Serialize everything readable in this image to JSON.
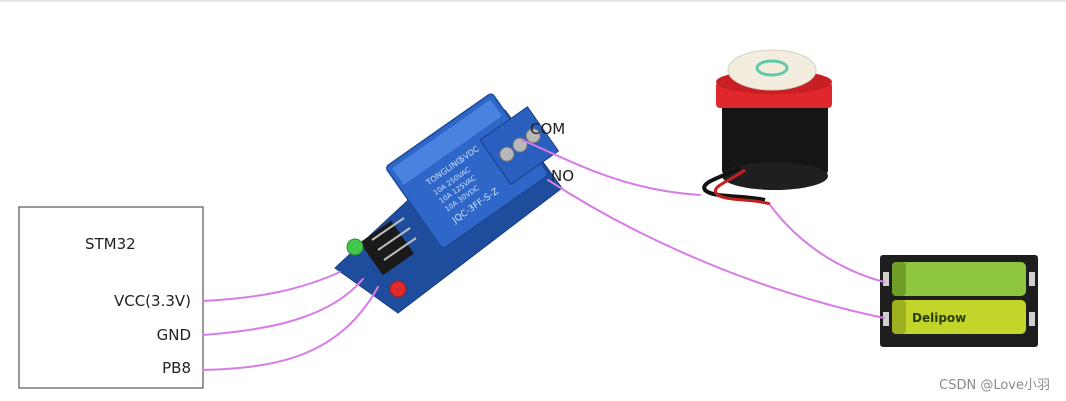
{
  "stm32": {
    "title": "STM32",
    "pins": {
      "vcc": "VCC(3.3V)",
      "gnd": "GND",
      "pb8": "PB8"
    }
  },
  "relay": {
    "terminals": {
      "com": "COM",
      "no": "NO"
    },
    "body_text": [
      "TONGLING",
      "5VDC",
      "10A 250VAC",
      "10A 125VAC",
      "10A 30VDC",
      "JQC-3FF-S-Z"
    ]
  },
  "battery": {
    "brand_text": "Delipow"
  },
  "watermark": "CSDN @Love小羽",
  "colors": {
    "wire": "#d77ce6",
    "relay_blue": "#2f67c9",
    "buzzer_red": "#e0282c",
    "battery_green": "#8ec63f"
  }
}
